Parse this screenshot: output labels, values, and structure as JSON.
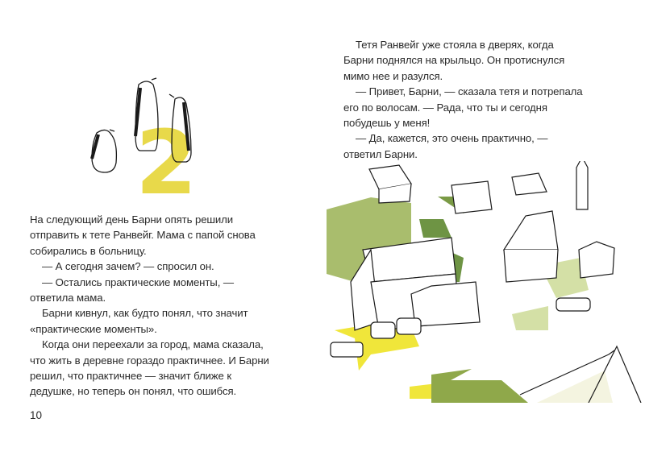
{
  "book": {
    "chapter_number": "2",
    "accent_color": "#e8d94a",
    "green_color": "#8fa84a",
    "light_green_color": "#c7d68f",
    "left_page": {
      "page_number": "10",
      "paragraphs": [
        {
          "text": "На следующий день Барни опять решили отправить к тете Ранвейг. Мама с папой снова собирались в больницу.",
          "indent": false
        },
        {
          "text": "— А сегодня зачем? — спросил он.",
          "indent": true
        },
        {
          "text": "— Остались практические моменты, — ответила мама.",
          "indent": true
        },
        {
          "text": "Барни кивнул, как будто понял, что значит «практические моменты».",
          "indent": true
        },
        {
          "text": "Когда они переехали за город, мама сказала, что жить в деревне гораздо практичнее. И Барни решил, что практичнее — значит ближе к дедушке, но теперь он понял, что ошибся.",
          "indent": true
        }
      ]
    },
    "right_page": {
      "paragraphs": [
        {
          "text": "Тетя Ранвейг уже стояла в дверях, когда Барни поднялся на крыльцо. Он протиснулся мимо нее и разулся.",
          "indent": true
        },
        {
          "text": "— Привет, Барни, — сказала тетя и потрепала его по волосам. — Рада, что ты и сегодня побудешь у меня!",
          "indent": true
        },
        {
          "text": "— Да, кажется, это очень практично, — ответил Барни.",
          "indent": true
        }
      ]
    },
    "illustrations": {
      "chapter_header": "three-penguins-with-yellow-number-2",
      "village": "village-houses-cars-and-green-yards"
    }
  }
}
